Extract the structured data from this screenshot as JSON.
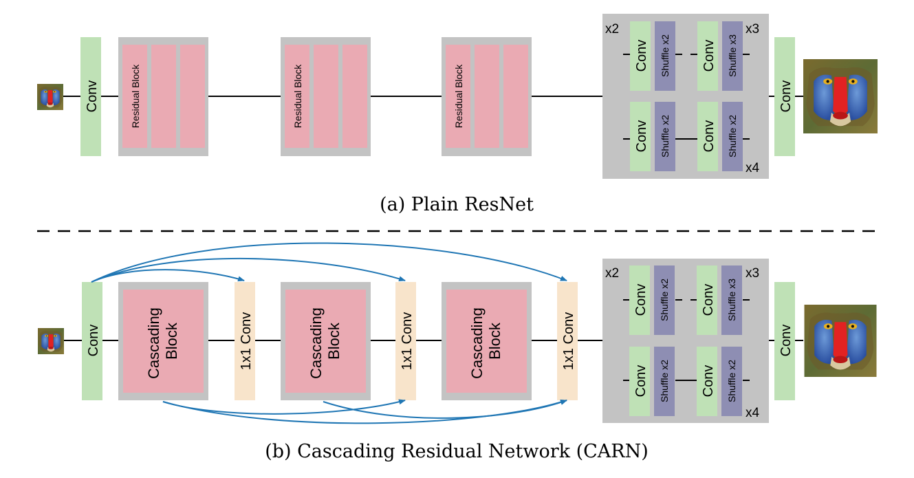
{
  "diagram_a": {
    "caption": "(a) Plain ResNet",
    "conv_in": "Conv",
    "residual_block": "Residual Block",
    "conv_out": "Conv",
    "upsampler": {
      "scale_x2": "x2",
      "scale_x3": "x3",
      "scale_x4": "x4",
      "conv": "Conv",
      "shuffle_x2": "Shuffle x2",
      "shuffle_x3": "Shuffle x3"
    }
  },
  "diagram_b": {
    "caption": "(b) Cascading Residual Network (CARN)",
    "conv_in": "Conv",
    "cascading_block_line1": "Cascading",
    "cascading_block_line2": "Block",
    "conv_1x1": "1x1 Conv",
    "conv_out": "Conv",
    "upsampler": {
      "scale_x2": "x2",
      "scale_x3": "x3",
      "scale_x4": "x4",
      "conv": "Conv",
      "shuffle_x2": "Shuffle x2",
      "shuffle_x3": "Shuffle x3"
    }
  },
  "colors": {
    "residual_block": "#eaaab3",
    "conv": "#bfe1b6",
    "conv_1x1": "#f8e4cb",
    "shuffle": "#8e8eb3",
    "container": "#c3c3c3",
    "arrow": "#1f76b4"
  }
}
